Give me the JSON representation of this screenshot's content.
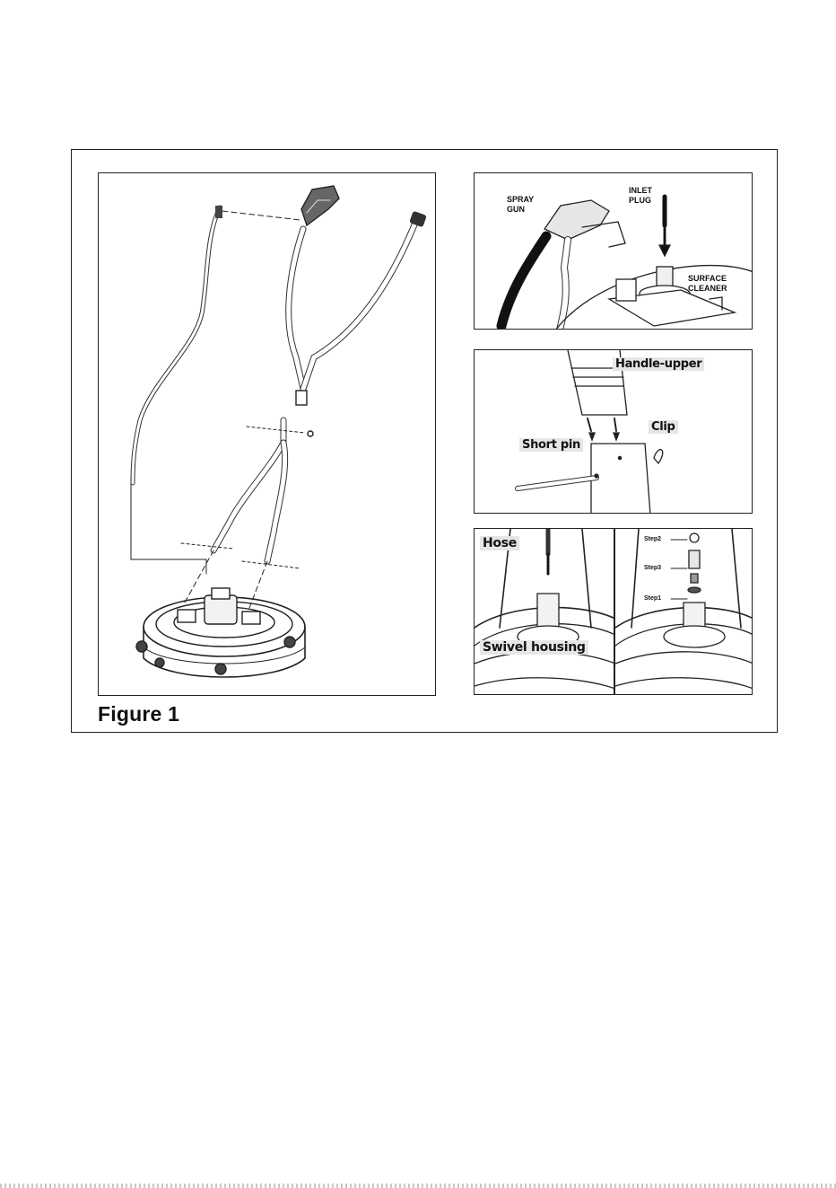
{
  "figure": {
    "caption": "Figure 1",
    "panels": {
      "connect_spray_gun": {
        "labels": {
          "spray_gun": "SPRAY\nGUN",
          "inlet_plug": "INLET\nPLUG",
          "surface_cleaner": "SURFACE\nCLEANER"
        }
      },
      "handle_pin": {
        "labels": {
          "handle_upper": "Handle-upper",
          "clip": "Clip",
          "short_pin": "Short pin"
        }
      },
      "hose_swivel": {
        "labels": {
          "hose": "Hose",
          "swivel_housing": "Swivel housing"
        }
      },
      "fitting_steps": {
        "labels": {
          "step2": "Step2",
          "step3": "Step3",
          "step1": "Step1"
        }
      }
    }
  }
}
